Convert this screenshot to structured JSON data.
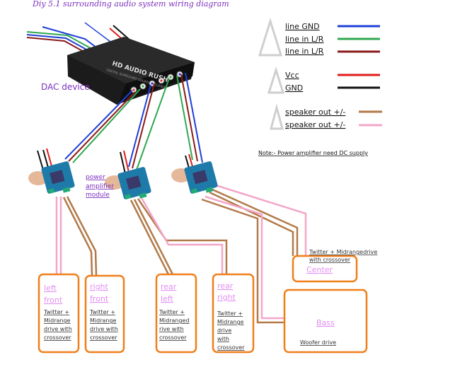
{
  "title": "Diy 5.1 surrounding audio system wiring diagram",
  "dac": {
    "label": "DAC device",
    "brand_text": "HD AUDIO RUSH",
    "sub_text": "DIGITAL SURROUND SOUND DECODER"
  },
  "module_label": [
    "power",
    "amplifier",
    "module"
  ],
  "legend": {
    "line_gnd": "line GND",
    "line_lr_1": "line in L/R",
    "line_lr_2": "line in L/R",
    "vcc": "Vcc",
    "gnd": "GND",
    "spk_1": "speaker out +/-",
    "spk_2": "speaker out +/-"
  },
  "colors": {
    "gnd_line": "#1f3fd6",
    "lr_green": "#2fa84f",
    "lr_maroon": "#8b1a1a",
    "vcc_red": "#e21b1b",
    "gnd_black": "#111111",
    "spk_brown": "#b27a4a",
    "spk_pink": "#f4a6c8",
    "box_orange": "#f07f1a",
    "label_pink": "#e18ff1",
    "label_purple": "#7b2fbe"
  },
  "note": "Note:- Power amplifier need  DC supply",
  "speakers": {
    "left_front": {
      "name": [
        "left",
        "front"
      ],
      "desc": [
        "Twitter +",
        "Midrange",
        "drive  with",
        "crossover"
      ]
    },
    "right_front": {
      "name": [
        "right",
        "front"
      ],
      "desc": [
        "Twitter +",
        "Midrange",
        "drive  with",
        "crossover"
      ]
    },
    "rear_left": {
      "name": [
        "rear",
        "left"
      ],
      "desc": [
        "Twitter +",
        "Midranged",
        "rive  with",
        "crossover"
      ]
    },
    "rear_right": {
      "name": [
        "rear",
        "right"
      ],
      "desc": [
        "Twitter +",
        "Midrange",
        "drive",
        "with",
        "crossover"
      ]
    },
    "center": {
      "name": "Center",
      "desc": [
        "Twitter + Midrangedrive",
        "with crossover"
      ]
    },
    "bass": {
      "name": "Bass",
      "desc": "Woofer drive"
    }
  }
}
